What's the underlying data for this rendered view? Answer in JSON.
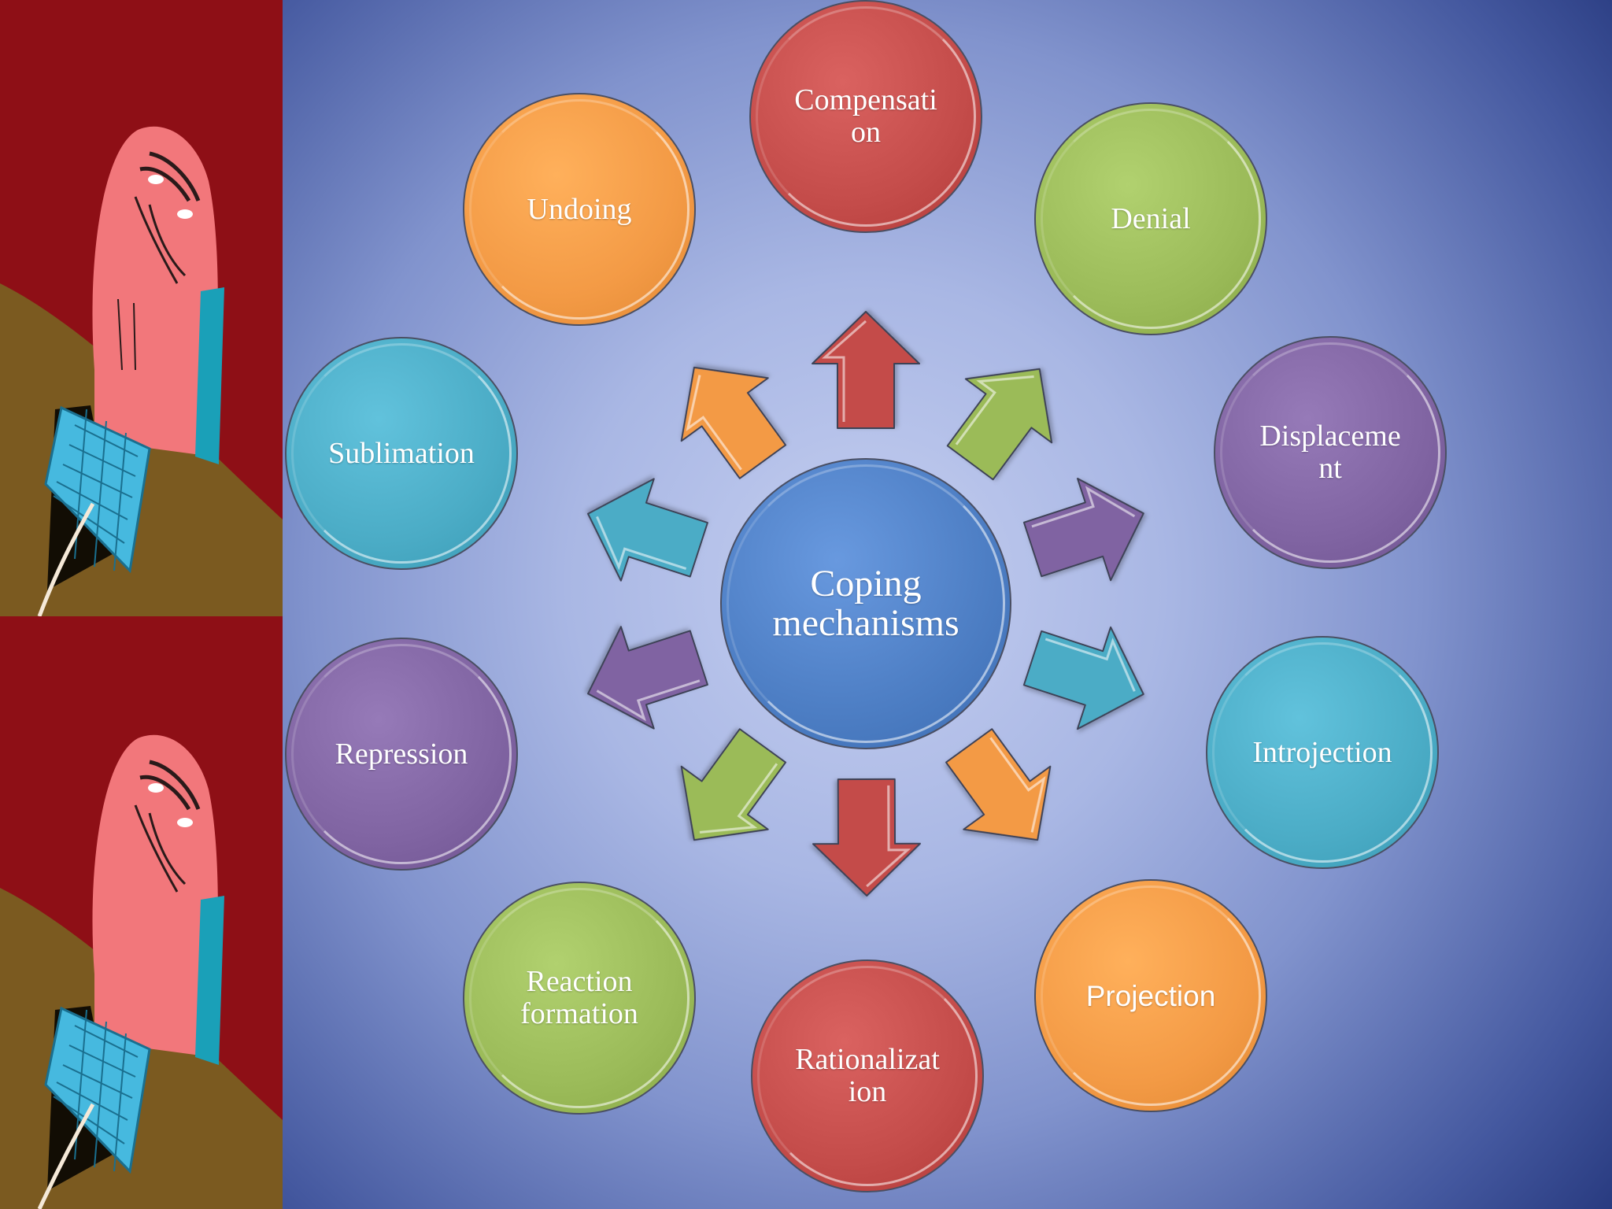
{
  "colors": {
    "red": "#c44c4a",
    "orange": "#f39a45",
    "green": "#9bbb59",
    "purple": "#8064a2",
    "teal": "#4bacc6",
    "center": "#4f80c6",
    "panel_bg": "#8e0f16",
    "panel_ground": "#7b5a20",
    "character": "#f2777b"
  },
  "center": {
    "label": "Coping\nmechanisms"
  },
  "nodes": [
    {
      "id": "compensation",
      "label": "Compensati\non",
      "color": "red"
    },
    {
      "id": "denial",
      "label": "Denial",
      "color": "green"
    },
    {
      "id": "displacement",
      "label": "Displaceme\nnt",
      "color": "purple"
    },
    {
      "id": "introjection",
      "label": "Introjection",
      "color": "teal"
    },
    {
      "id": "projection",
      "label": "Projection",
      "color": "orange"
    },
    {
      "id": "rationalization",
      "label": "Rationalizat\nion",
      "color": "red"
    },
    {
      "id": "reaction-formation",
      "label": "Reaction\nformation",
      "color": "green"
    },
    {
      "id": "repression",
      "label": "Repression",
      "color": "purple"
    },
    {
      "id": "sublimation",
      "label": "Sublimation",
      "color": "teal"
    },
    {
      "id": "undoing",
      "label": "Undoing",
      "color": "orange"
    }
  ],
  "arrows": [
    {
      "to": "compensation",
      "color": "red"
    },
    {
      "to": "denial",
      "color": "green"
    },
    {
      "to": "displacement",
      "color": "purple"
    },
    {
      "to": "introjection",
      "color": "teal"
    },
    {
      "to": "projection",
      "color": "orange"
    },
    {
      "to": "rationalization",
      "color": "red"
    },
    {
      "to": "reaction-formation",
      "color": "green"
    },
    {
      "to": "repression",
      "color": "purple"
    },
    {
      "to": "sublimation",
      "color": "teal"
    },
    {
      "to": "undoing",
      "color": "orange"
    }
  ]
}
